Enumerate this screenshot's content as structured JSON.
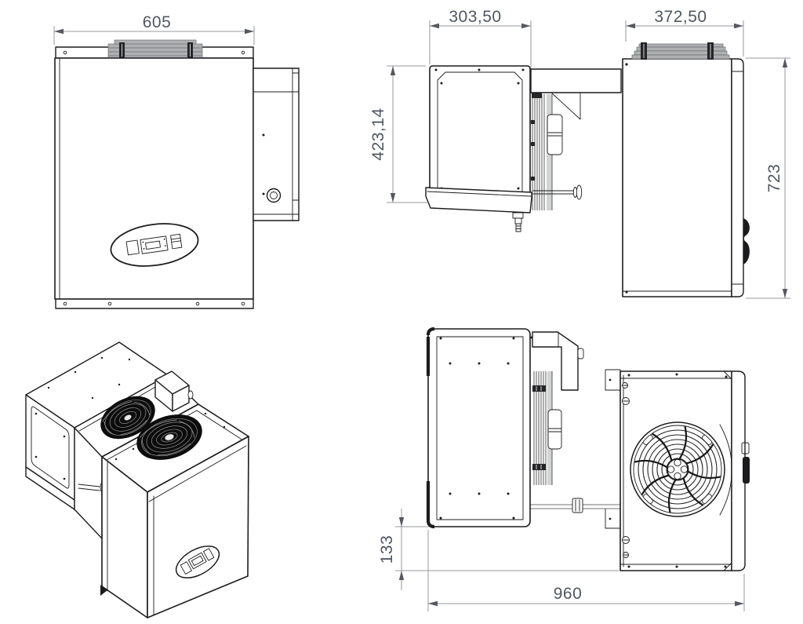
{
  "colors": {
    "background": "#ffffff",
    "line": "#1c1c1e",
    "dim_line": "#97999c",
    "dim_arrow": "#55585e",
    "dim_text": "#4f5761",
    "fin_gray": "#aeb0b2",
    "panel_gray": "#d2d3d4",
    "fan_black": "#0c0c0c"
  },
  "dimensions": {
    "front_width": "605",
    "evaporator_depth": "303,50",
    "condenser_depth": "372,50",
    "evaporator_height": "423,14",
    "overall_height": "723",
    "plan_offset": "133",
    "overall_depth": "960"
  }
}
